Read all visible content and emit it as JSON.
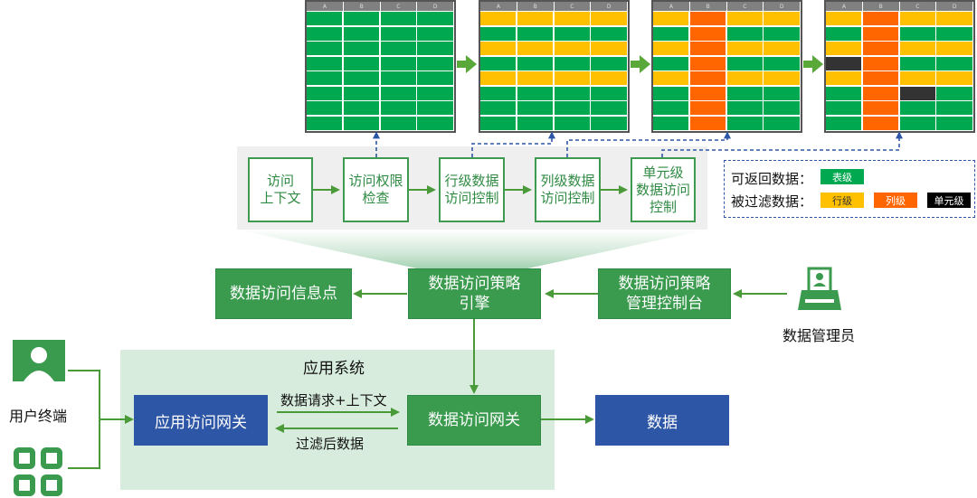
{
  "pipeline": {
    "stages": [
      {
        "label": "访问\n上下文"
      },
      {
        "label": "访问权限\n检查"
      },
      {
        "label": "行级数据\n访问控制"
      },
      {
        "label": "列级数据\n访问控制"
      },
      {
        "label": "单元级\n数据访问\n控制"
      }
    ]
  },
  "tables": {
    "header_letters": [
      "A",
      "B",
      "C",
      "D"
    ],
    "row_count": 8,
    "colors": {
      "green": "#00a84f",
      "yellow": "#ffc000",
      "orange": "#ff6600",
      "black": "#333333"
    },
    "tables": [
      {
        "rows": [
          "g",
          "g",
          "g",
          "g",
          "g",
          "g",
          "g",
          "g"
        ],
        "orange_col": null,
        "black_cells": []
      },
      {
        "rows": [
          "y",
          "g",
          "y",
          "g",
          "y",
          "g",
          "g",
          "g"
        ],
        "orange_col": null,
        "black_cells": []
      },
      {
        "rows": [
          "y",
          "g",
          "y",
          "g",
          "y",
          "g",
          "g",
          "g"
        ],
        "orange_col": 1,
        "black_cells": []
      },
      {
        "rows": [
          "y",
          "g",
          "y",
          "g",
          "y",
          "g",
          "g",
          "g"
        ],
        "orange_col": 1,
        "black_cells": [
          [
            3,
            0
          ],
          [
            5,
            2
          ]
        ]
      }
    ]
  },
  "legend": {
    "returnable_label": "可返回数据：",
    "table_level": "表级",
    "filtered_label": "被过滤数据：",
    "row_level": "行级",
    "col_level": "列级",
    "cell_level": "单元级"
  },
  "nodes": {
    "policy_engine": "数据访问策略\n引擎",
    "info_point": "数据访问信息点",
    "policy_console": "数据访问策略\n管理控制台",
    "admin": "数据管理员",
    "app_system": "应用系统",
    "app_gateway": "应用访问网关",
    "data_gateway": "数据访问网关",
    "data": "数据",
    "user_terminal": "用户终端",
    "request_label": "数据请求+上下文",
    "response_label": "过滤后数据"
  },
  "icons": {
    "admin": "admin-desk-icon",
    "user": "user-avatar-icon",
    "qr": "qr-code-icon"
  }
}
